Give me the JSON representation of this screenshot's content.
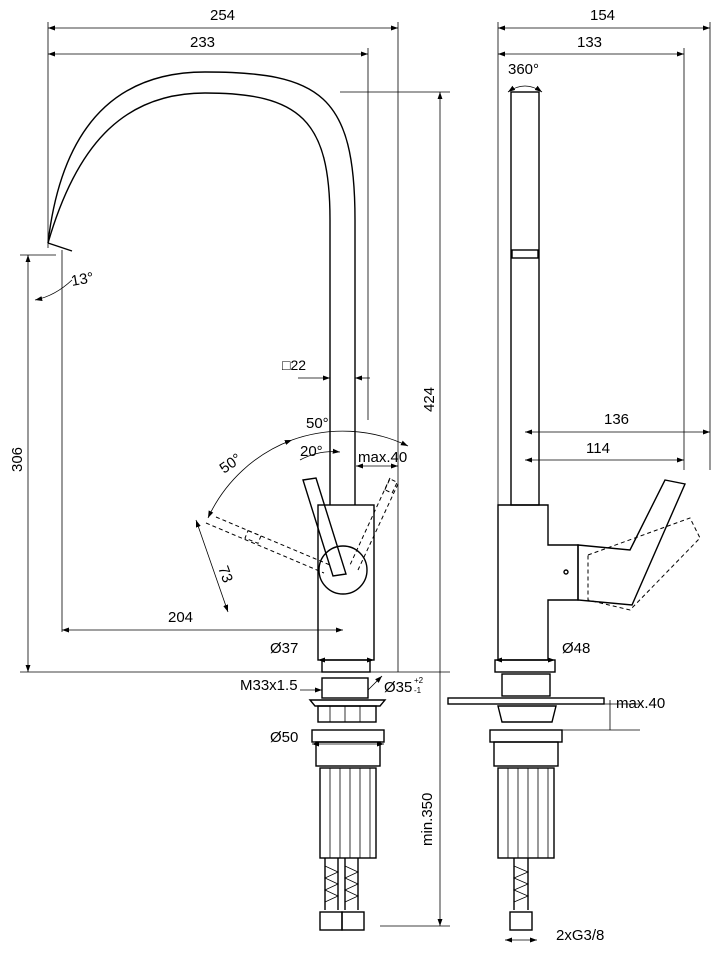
{
  "drawing": {
    "front": {
      "overall_width": "254",
      "spout_reach": "233",
      "spout_angle": "13°",
      "square_section": "□22",
      "lever_angle_outer": "50°",
      "lever_angle_left": "50°",
      "lever_angle_inner": "20°",
      "lever_clearance": "max.40",
      "total_height": "424",
      "spout_height": "306",
      "lever_length": "73",
      "spout_offset": "204",
      "body_diameter": "Ø37",
      "thread": "M33x1.5",
      "hole_diameter": "Ø35",
      "hole_tol_plus": "+2",
      "hole_tol_minus": "-1",
      "nut_diameter": "Ø50",
      "hose_length": "min.350"
    },
    "side": {
      "overall_depth": "154",
      "spout_depth": "133",
      "rotation": "360°",
      "lever_reach": "136",
      "lever_depth": "114",
      "body_diameter": "Ø48",
      "deck_thickness": "max.40",
      "connection": "2xG3/8"
    }
  }
}
